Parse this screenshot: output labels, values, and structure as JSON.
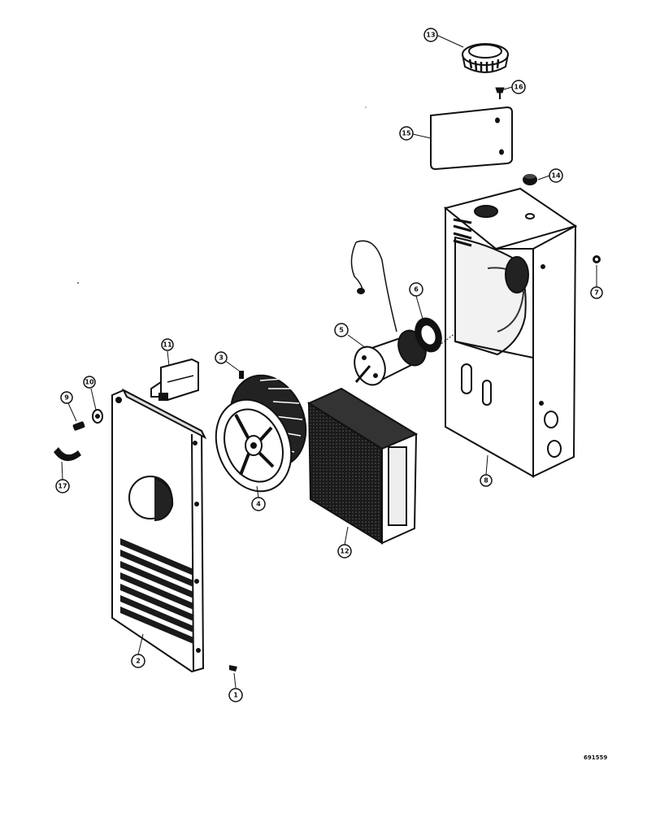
{
  "figure": {
    "drawing_number": "691559",
    "callouts": [
      {
        "id": "c1",
        "label": "1"
      },
      {
        "id": "c2",
        "label": "2"
      },
      {
        "id": "c3",
        "label": "3"
      },
      {
        "id": "c4",
        "label": "4"
      },
      {
        "id": "c5",
        "label": "5"
      },
      {
        "id": "c6",
        "label": "6"
      },
      {
        "id": "c7",
        "label": "7"
      },
      {
        "id": "c8",
        "label": "8"
      },
      {
        "id": "c9",
        "label": "9"
      },
      {
        "id": "c10",
        "label": "10"
      },
      {
        "id": "c11",
        "label": "11"
      },
      {
        "id": "c12",
        "label": "12"
      },
      {
        "id": "c13",
        "label": "13"
      },
      {
        "id": "c14",
        "label": "14"
      },
      {
        "id": "c15",
        "label": "15"
      },
      {
        "id": "c16",
        "label": "16"
      },
      {
        "id": "c17",
        "label": "17"
      }
    ]
  }
}
